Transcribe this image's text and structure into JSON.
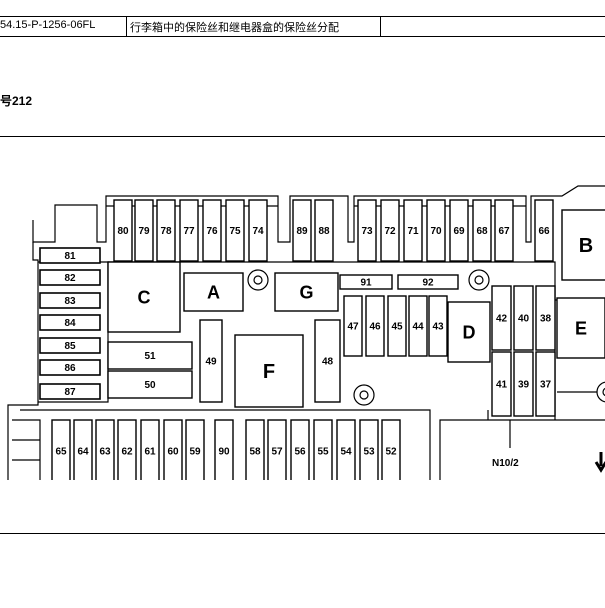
{
  "header": {
    "doc_id": "54.15-P-1256-06FL",
    "doc_title": "行李箱中的保险丝和继电器盒的保险丝分配",
    "model": "号212"
  },
  "diagram": {
    "top_fuses": [
      "80",
      "79",
      "78",
      "77",
      "76",
      "75",
      "74",
      "89",
      "88",
      "73",
      "72",
      "71",
      "70",
      "69",
      "68",
      "67",
      "66"
    ],
    "left_fuses": [
      "81",
      "82",
      "83",
      "84",
      "85",
      "86",
      "87"
    ],
    "bottom_fuses": [
      "65",
      "64",
      "63",
      "62",
      "61",
      "60",
      "59",
      "90",
      "58",
      "57",
      "56",
      "55",
      "54",
      "53",
      "52"
    ],
    "relays": [
      "A",
      "B",
      "C",
      "D",
      "E",
      "F",
      "G"
    ],
    "side_fuses": [
      "51",
      "50",
      "49",
      "48",
      "91",
      "92",
      "47",
      "46",
      "45",
      "44",
      "43",
      "42",
      "40",
      "38",
      "41",
      "39",
      "37"
    ],
    "connector_label": "N10/2"
  }
}
